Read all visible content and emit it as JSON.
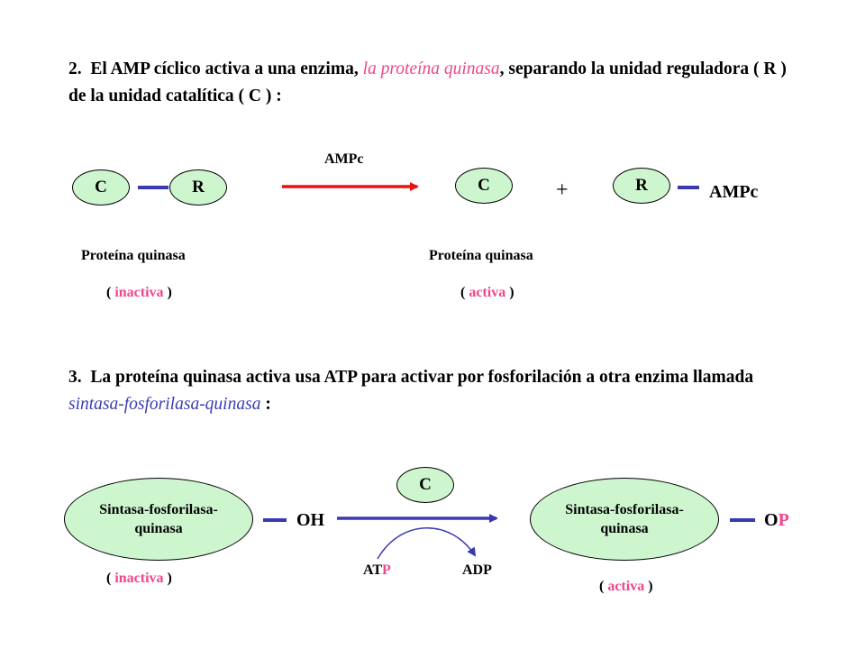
{
  "section2": {
    "number": "2.",
    "text_before": "El AMP cíclico activa a una enzima, ",
    "highlight": "la proteína quinasa",
    "text_after": ", separando la unidad reguladora ( R ) de la unidad catalítica ( C ) :"
  },
  "reaction1": {
    "left_c": "C",
    "left_r": "R",
    "arrow_label": "AMPc",
    "right_c": "C",
    "plus": "+",
    "right_r": "R",
    "right_ampc": "AMPc",
    "left_caption": "Proteína quinasa",
    "left_state_open": "( ",
    "left_state": "inactiva",
    "left_state_close": " )",
    "right_caption": "Proteína quinasa",
    "right_state_open": "( ",
    "right_state": "activa",
    "right_state_close": " )"
  },
  "section3": {
    "number": "3.",
    "text_before": "La proteína quinasa activa usa ATP para activar por fosforilación a otra enzima llamada ",
    "highlight": "sintasa-fosforilasa-quinasa",
    "text_after": " :"
  },
  "reaction2": {
    "left_enzyme_line1": "Sintasa-fosforilasa-",
    "left_enzyme_line2": "quinasa",
    "left_group": "OH",
    "catalyst": "C",
    "atp_at": "AT",
    "atp_p": "P",
    "adp": "ADP",
    "right_enzyme_line1": "Sintasa-fosforilasa-",
    "right_enzyme_line2": "quinasa",
    "right_group_o": "O",
    "right_group_p": "P",
    "left_state_open": "( ",
    "left_state": "inactiva",
    "left_state_close": " )",
    "right_state_open": "( ",
    "right_state": "activa",
    "right_state_close": " )"
  },
  "colors": {
    "ellipse_fill": "#cef6ce",
    "red_arrow": "#ee1111",
    "blue": "#3a3ab0",
    "pink": "#f0468c"
  }
}
